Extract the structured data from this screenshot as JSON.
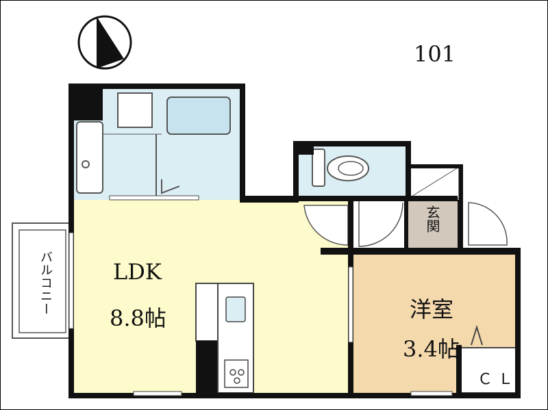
{
  "unit_number": "101",
  "rooms": {
    "ldk": {
      "name": "LDK",
      "size": "8.8帖"
    },
    "western_room": {
      "name": "洋室",
      "size": "3.4帖"
    },
    "entrance": {
      "name": "玄関"
    },
    "balcony": {
      "name": "バルコニー"
    },
    "closet": {
      "name": "ＣＬ"
    }
  },
  "icons": [
    "north-compass-icon",
    "toilet-icon",
    "sink-icon",
    "kitchen-sink-icon",
    "stove-icon",
    "bathtub-icon",
    "washer-icon"
  ],
  "colors": {
    "ldk_floor": "#fdfbcb",
    "wet_area": "#dbeef4",
    "western_floor": "#f4d9ad",
    "entrance_floor": "#d3c8bc",
    "wall": "#111111"
  }
}
